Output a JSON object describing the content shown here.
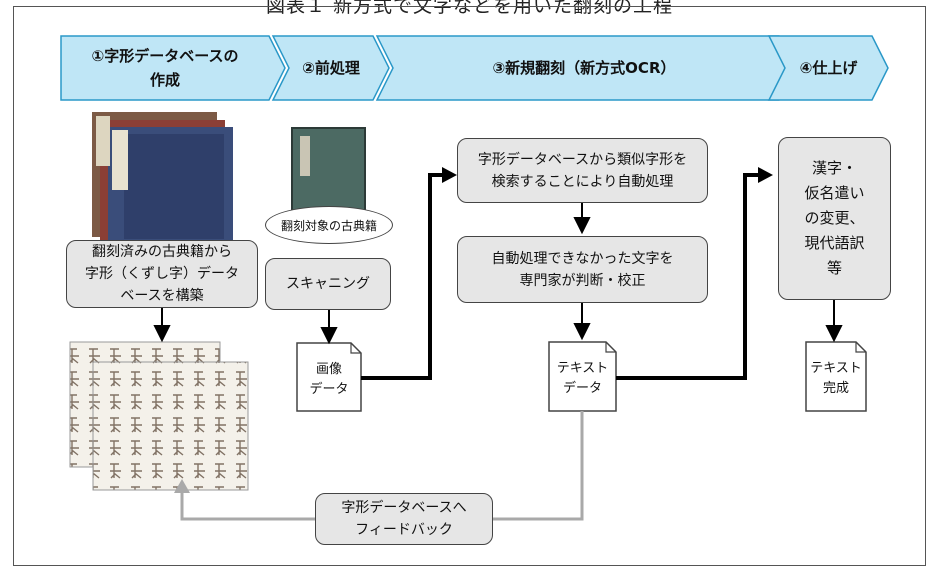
{
  "title": "図表１ 新方式で文字などを用いた翻刻の工程",
  "colors": {
    "step_fill": "#bfe6f6",
    "step_stroke": "#2a98c8",
    "box_fill": "#e6e6e6",
    "arrow_black": "#000000",
    "arrow_gray": "#a9a9a9"
  },
  "steps": [
    {
      "label": "①字形データベースの\n作成"
    },
    {
      "label": "②前処理"
    },
    {
      "label": "③新規翻刻（新方式OCR）"
    },
    {
      "label": "④仕上げ"
    }
  ],
  "images": {
    "books_stack": "stacked-classical-books-photo",
    "single_book": "classical-book-photo",
    "char_grid": "character-glyph-grid-image"
  },
  "nodes": {
    "db_build": "翻刻済みの古典籍から\n字形（くずし字）データ\nベースを構築",
    "target_book": "翻刻対象の古典籍",
    "scanning": "スキャニング",
    "image_data": "画像\nデータ",
    "search": "字形データベースから類似字形を\n検索することにより自動処理",
    "expert": "自動処理できなかった文字を\n専門家が判断・校正",
    "text_data": "テキスト\nデータ",
    "finish": "漢字・\n仮名遣い\nの変更、\n現代語訳\n等",
    "text_done": "テキスト\n完成",
    "feedback": "字形データベースへ\nフィードバック"
  }
}
